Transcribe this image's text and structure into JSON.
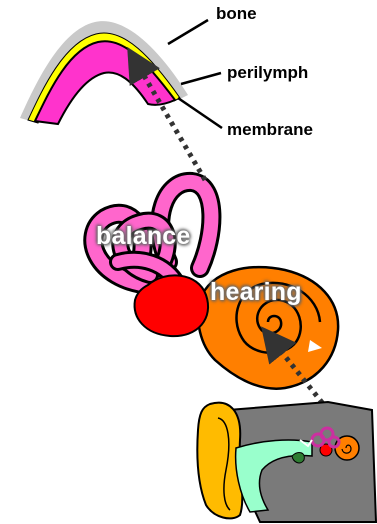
{
  "labels": {
    "bone": "bone",
    "perilymph": "perilymph",
    "membrane": "membrane",
    "balance": "balance",
    "hearing": "hearing"
  },
  "colors": {
    "bone": "#c9c9c9",
    "perilymph": "#ffff00",
    "membrane": "#ff33cc",
    "vestibule": "#ff0000",
    "cochlea": "#ff7f00",
    "ear_canal": "#99ffcc",
    "ear_outer": "#ffbb00",
    "skull": "#7a7a7a"
  }
}
